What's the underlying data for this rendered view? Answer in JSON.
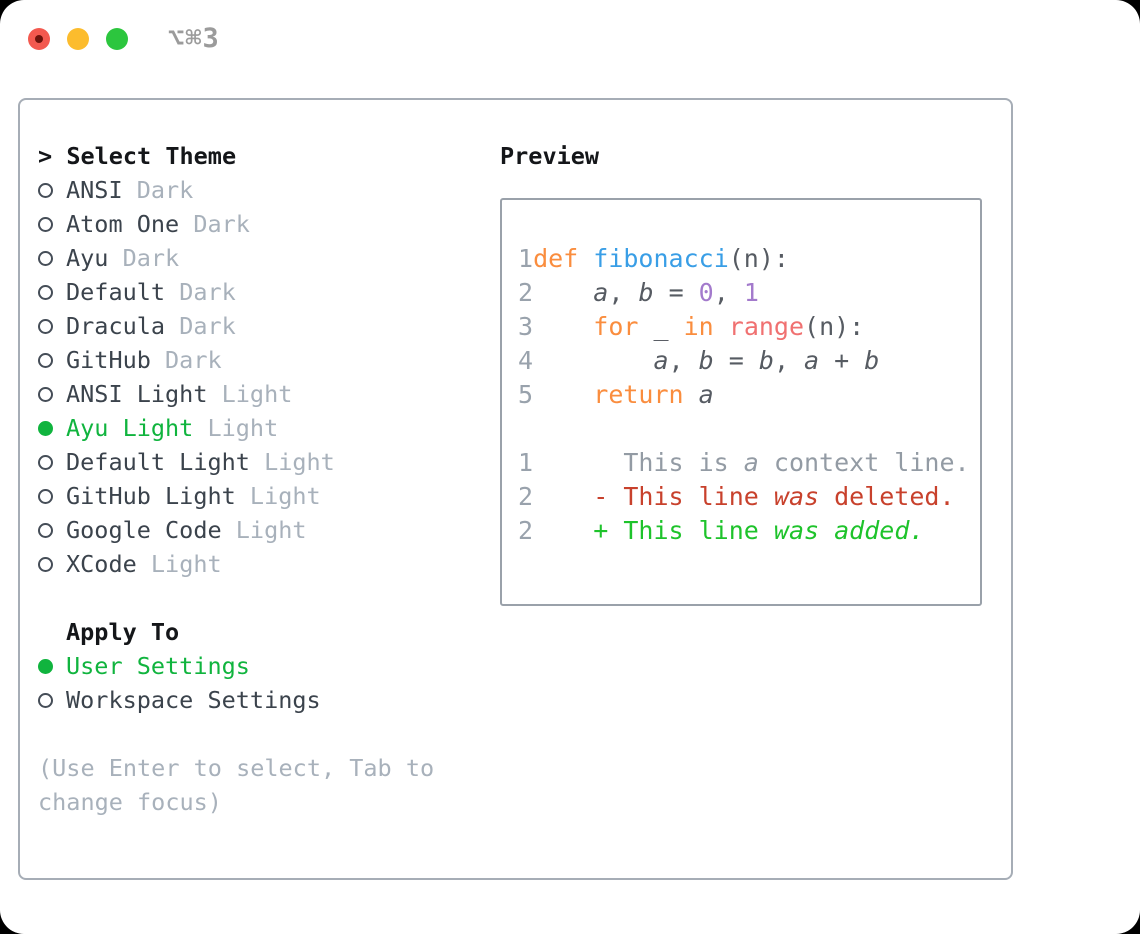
{
  "window": {
    "title": "⌥⌘3",
    "traffic_lights": [
      "close",
      "minimize",
      "maximize"
    ]
  },
  "colors": {
    "accent_green": "#10b43e",
    "diff_added_green": "#1ec32b",
    "diff_deleted_red": "#c8412c",
    "keyword_orange": "#fa8d3e",
    "function_blue": "#399ee6",
    "number_purple": "#a37acc",
    "builtin_coral": "#f07171",
    "muted_gray": "#a8b1bb"
  },
  "theme_selector": {
    "prompt": ">",
    "title": "Select Theme",
    "options": [
      {
        "name": "ANSI",
        "variant": "Dark",
        "selected": false
      },
      {
        "name": "Atom One",
        "variant": "Dark",
        "selected": false
      },
      {
        "name": "Ayu",
        "variant": "Dark",
        "selected": false
      },
      {
        "name": "Default",
        "variant": "Dark",
        "selected": false
      },
      {
        "name": "Dracula",
        "variant": "Dark",
        "selected": false
      },
      {
        "name": "GitHub",
        "variant": "Dark",
        "selected": false
      },
      {
        "name": "ANSI Light",
        "variant": "Light",
        "selected": false
      },
      {
        "name": "Ayu Light",
        "variant": "Light",
        "selected": true
      },
      {
        "name": "Default Light",
        "variant": "Light",
        "selected": false
      },
      {
        "name": "GitHub Light",
        "variant": "Light",
        "selected": false
      },
      {
        "name": "Google Code",
        "variant": "Light",
        "selected": false
      },
      {
        "name": "XCode",
        "variant": "Light",
        "selected": false
      }
    ],
    "apply_to": {
      "title": "Apply To",
      "options": [
        {
          "name": "User Settings",
          "selected": true
        },
        {
          "name": "Workspace Settings",
          "selected": false
        }
      ]
    },
    "hint": "(Use Enter to select, Tab to change focus)"
  },
  "preview": {
    "title": "Preview",
    "code_lines": [
      {
        "num": "1",
        "tokens": [
          [
            "def",
            "kw"
          ],
          [
            " ",
            "txt"
          ],
          [
            "fibonacci",
            "fn"
          ],
          [
            "(n):",
            "txt"
          ]
        ]
      },
      {
        "num": "2",
        "tokens": [
          [
            "    ",
            "txt"
          ],
          [
            "a",
            "txt it"
          ],
          [
            ", ",
            "txt"
          ],
          [
            "b",
            "txt it"
          ],
          [
            " = ",
            "txt"
          ],
          [
            "0",
            "numl"
          ],
          [
            ", ",
            "txt"
          ],
          [
            "1",
            "numl"
          ]
        ]
      },
      {
        "num": "3",
        "tokens": [
          [
            "    ",
            "txt"
          ],
          [
            "for",
            "kw"
          ],
          [
            " _ ",
            "txt"
          ],
          [
            "in",
            "kw"
          ],
          [
            " ",
            "txt"
          ],
          [
            "range",
            "call"
          ],
          [
            "(n):",
            "txt"
          ]
        ]
      },
      {
        "num": "4",
        "tokens": [
          [
            "        ",
            "txt"
          ],
          [
            "a",
            "txt it"
          ],
          [
            ", ",
            "txt"
          ],
          [
            "b",
            "txt it"
          ],
          [
            " = ",
            "txt"
          ],
          [
            "b",
            "txt it"
          ],
          [
            ", ",
            "txt"
          ],
          [
            "a",
            "txt it"
          ],
          [
            " + ",
            "txt"
          ],
          [
            "b",
            "txt it"
          ]
        ]
      },
      {
        "num": "5",
        "tokens": [
          [
            "    ",
            "txt"
          ],
          [
            "return",
            "kw"
          ],
          [
            " ",
            "txt"
          ],
          [
            "a",
            "txt it"
          ]
        ]
      }
    ],
    "diff_lines": [
      {
        "num": "1",
        "tokens": [
          [
            "      This is ",
            "ctx"
          ],
          [
            "a",
            "ctx it"
          ],
          [
            " context line.",
            "ctx"
          ]
        ]
      },
      {
        "num": "2",
        "tokens": [
          [
            "    - This line ",
            "del"
          ],
          [
            "was",
            "del it"
          ],
          [
            " deleted.",
            "del"
          ]
        ]
      },
      {
        "num": "2",
        "tokens": [
          [
            "    + This line ",
            "add"
          ],
          [
            "was",
            "add it"
          ],
          [
            " ",
            "add"
          ],
          [
            "added.",
            "add it"
          ]
        ]
      }
    ]
  }
}
